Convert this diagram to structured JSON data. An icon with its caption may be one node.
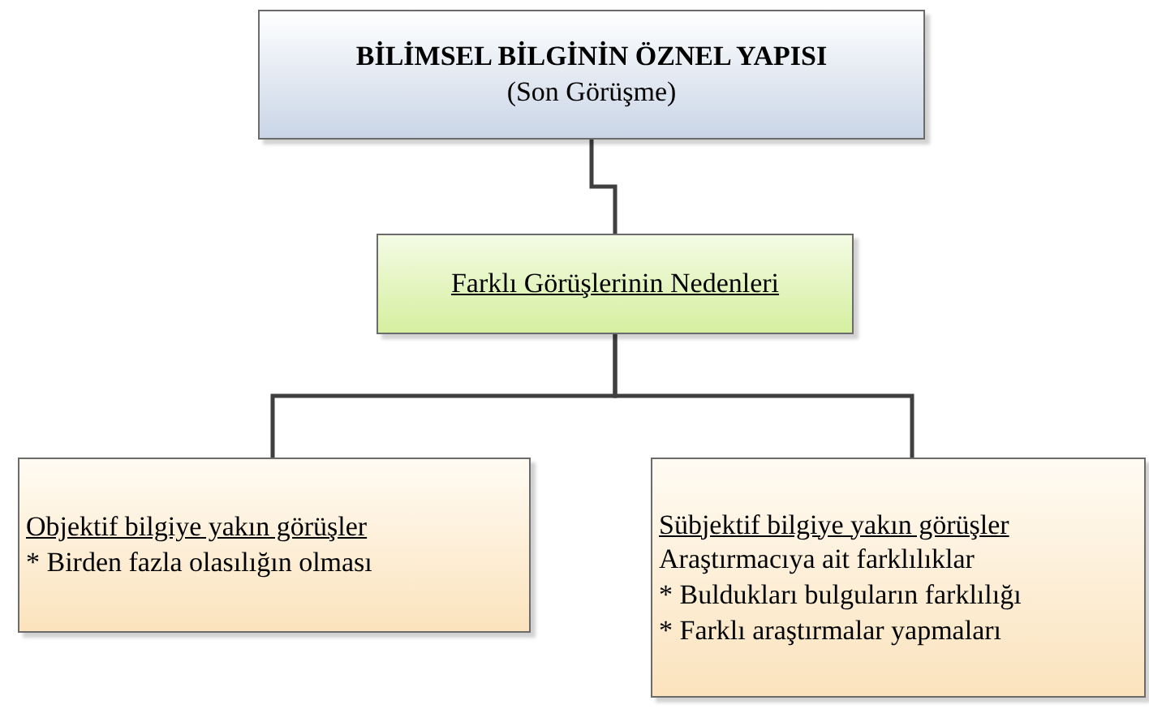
{
  "diagram": {
    "nodes": [
      {
        "text": [
          "BİLİMSEL BİLGİNİN ÖZNEL YAPISI",
          "(Son Görüşme)"
        ]
      },
      {
        "text": [
          "Farklı Görüşlerinin Nedenleri"
        ]
      },
      {
        "text": [
          "Objektif bilgiye yakın görüşler",
          "* Birden fazla olasılığın olması"
        ]
      },
      {
        "text": [
          "Sübjektif bilgiye yakın görüşler",
          "Araştırmacıya ait farklılıklar",
          "* Buldukları bulguların farklılığı",
          "* Farklı araştırmalar yapmaları"
        ]
      }
    ],
    "edges": [
      {
        "from": 0,
        "to": 1,
        "arrow": "none"
      },
      {
        "from": 1,
        "to": 2,
        "arrow": "none"
      },
      {
        "from": 1,
        "to": 3,
        "arrow": "none"
      }
    ]
  }
}
